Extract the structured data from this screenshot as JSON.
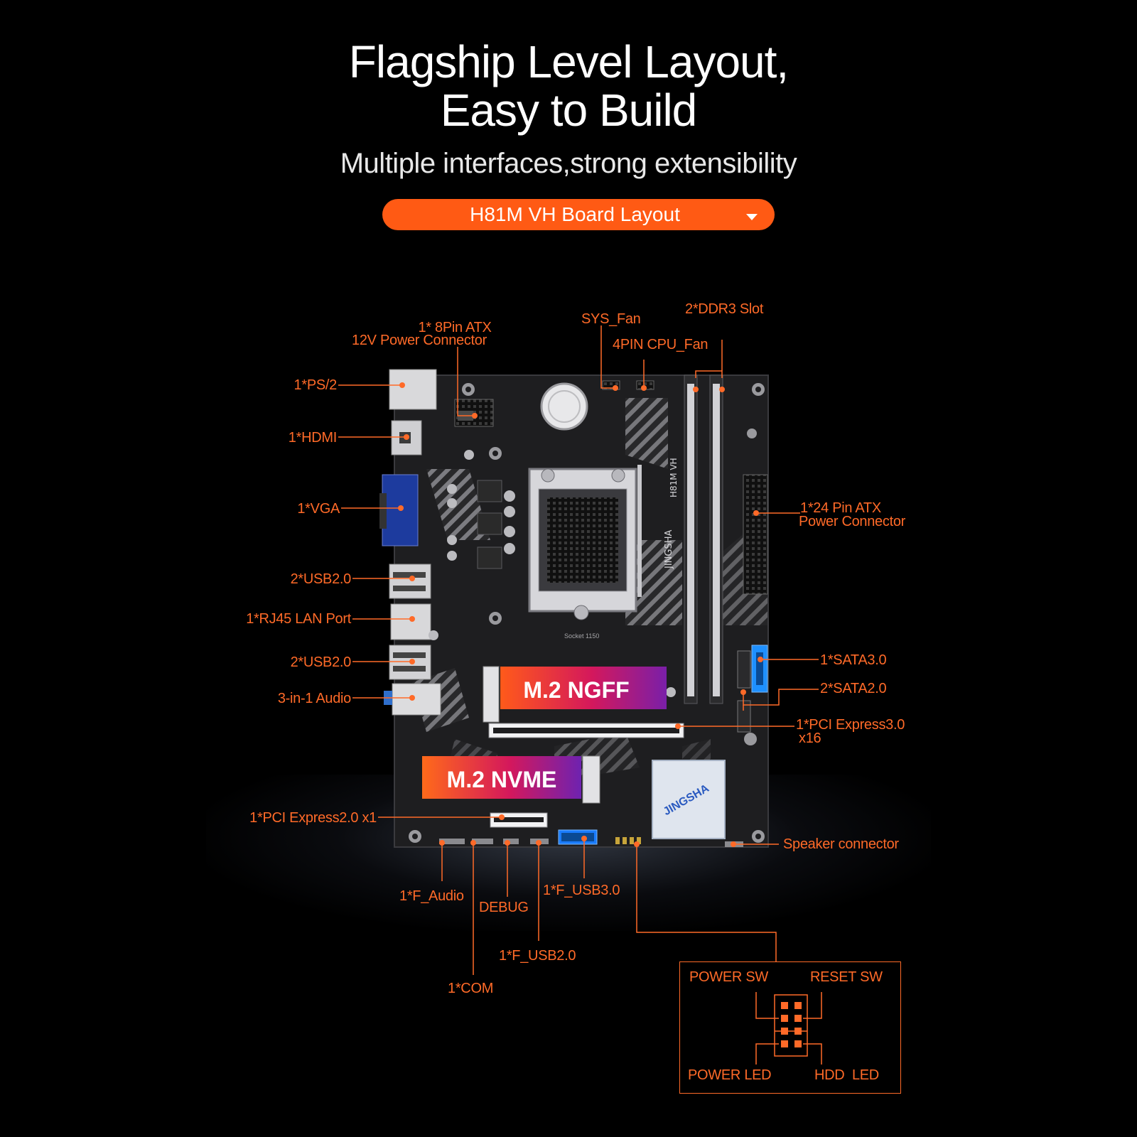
{
  "header": {
    "title_line1": "Flagship Level Layout,",
    "title_line2": "Easy to Build",
    "subtitle": "Multiple interfaces,strong extensibility"
  },
  "selector": {
    "value": "H81M VH Board Layout",
    "icon": "chevron-down-icon"
  },
  "board": {
    "model": "H81M VH",
    "brand": "JINGSHA",
    "socket": "Socket 1150",
    "badges": {
      "ngff": "M.2 NGFF",
      "nvme": "M.2 NVME"
    }
  },
  "labels": {
    "atx8_line1": "1* 8Pin ATX",
    "atx8_line2": "12V Power Connector",
    "sys_fan": "SYS_Fan",
    "ddr3": "2*DDR3 Slot",
    "cpu_fan": "4PIN CPU_Fan",
    "ps2": "1*PS/2",
    "hdmi": "1*HDMI",
    "vga": "1*VGA",
    "usb2_top": "2*USB2.0",
    "rj45": "1*RJ45 LAN Port",
    "usb2_bottom": "2*USB2.0",
    "audio": "3-in-1 Audio",
    "atx24_line1": "1*24 Pin ATX",
    "atx24_line2": "Power Connector",
    "sata3": "1*SATA3.0",
    "sata2": "2*SATA2.0",
    "pcie16_line1": "1*PCI Express3.0",
    "pcie16_line2": "x16",
    "pcie1": "1*PCI Express2.0 x1",
    "speaker": "Speaker connector",
    "f_audio": "1*F_Audio",
    "debug": "DEBUG",
    "f_usb3": "1*F_USB3.0",
    "f_usb2": "1*F_USB2.0",
    "com": "1*COM"
  },
  "front_panel": {
    "power_sw": "POWER SW",
    "reset_sw": "RESET SW",
    "power_led": "POWER LED",
    "hdd_led": "HDD  LED"
  },
  "colors": {
    "accent": "#ff6a28",
    "selector_bg": "#ff5a14",
    "board": "#1c1c1e",
    "sata3_blue": "#1e90ff",
    "usb3_blue": "#1a7cff"
  }
}
